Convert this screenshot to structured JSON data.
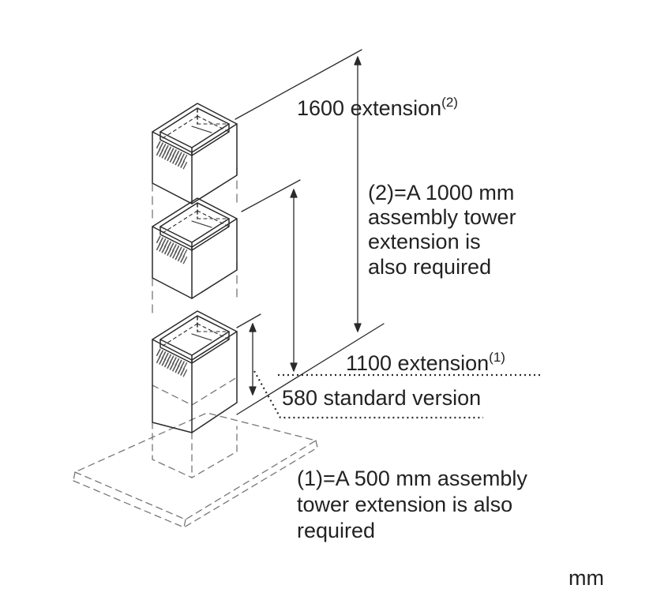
{
  "labels": {
    "ext1600": "1600 extension",
    "ext1600_note": "(2)",
    "note2_lines": [
      "(2)=A 1000 mm",
      "assembly tower",
      "extension is",
      "also required"
    ],
    "ext1100": "1100 extension",
    "ext1100_note": "(1)",
    "standard": "580 standard version",
    "note1_lines": [
      "(1)=A 500 mm assembly",
      "tower extension is also",
      "required"
    ],
    "unit": "mm"
  }
}
